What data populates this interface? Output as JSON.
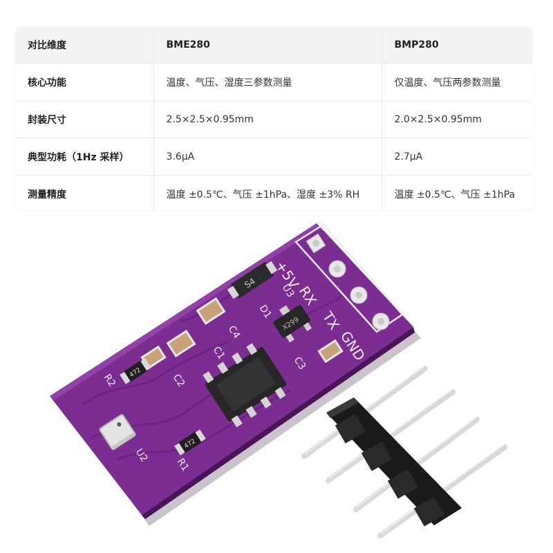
{
  "comparison_table": {
    "headers": [
      "对比维度",
      "BME280",
      "BMP280"
    ],
    "rows": [
      [
        "核心功能",
        "温度、气压、湿度三参数测量",
        "仅温度、气压两参数测量"
      ],
      [
        "封装尺寸",
        "2.5×2.5×0.95mm",
        "2.0×2.5×0.95mm"
      ],
      [
        "典型功耗（1Hz 采样）",
        "3.6μA",
        "2.7μA"
      ],
      [
        "测量精度",
        "温度 ±0.5℃、气压 ±1hPa、湿度 ±3% RH",
        "温度 ±0.5℃、气压 ±1hPa"
      ]
    ]
  },
  "module_photo": {
    "board_color": "#7b2d91",
    "header_color": "#1a1a1a",
    "pin_color": "#d9d9d9",
    "silkscreen": {
      "pin_labels": [
        "GND",
        "TX",
        "RX",
        "+5V"
      ],
      "refs": [
        "S4",
        "D1",
        "U3",
        "C4",
        "C1",
        "C2",
        "C3",
        "R2",
        "R1",
        "U2"
      ],
      "resistor_marking": "472",
      "u3_marking": "X299"
    }
  }
}
